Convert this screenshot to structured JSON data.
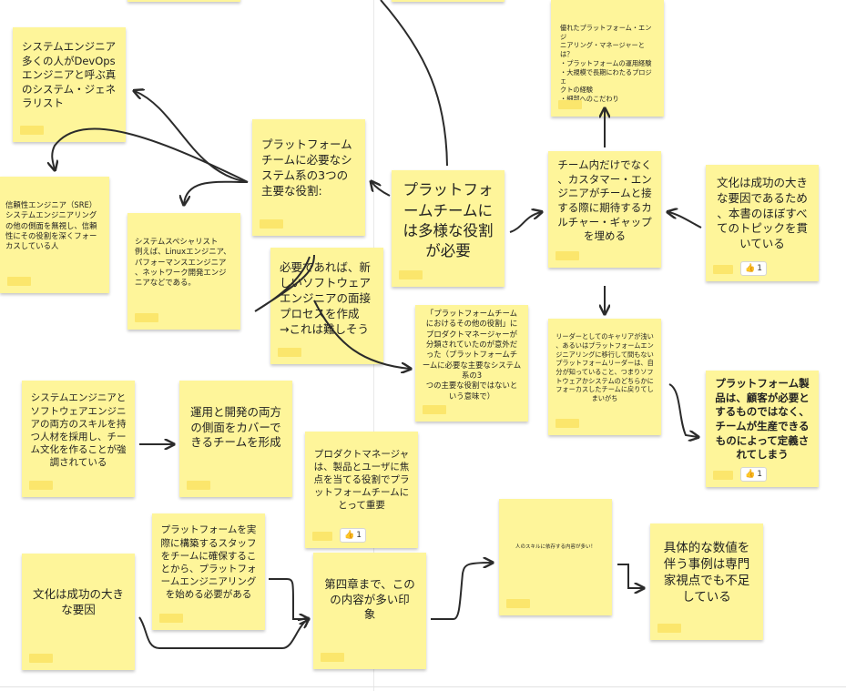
{
  "notes": {
    "top_partial_left": "",
    "top_partial_mid": "",
    "sys_engineer_generalist": "システムエンジニア\n多くの人がDevOps\nエンジニアと呼ぶ真\nのシステム・ジェネ\nラリスト",
    "sre": "信頼性エンジニア（SRE）\nシステムエンジニアリング\nの他の側面を無視し、信頼\n性にその役割を深くフォー\nカスしている人",
    "sys_specialist": "システムスペシャリスト\n例えば、Linuxエンジニア、\nパフォーマンスエンジニア\n、ネットワーク開発エンジ\nニアなどである。",
    "three_roles": "プラットフォーム\nチームに必要なシ\nステム系の3つの\n主要な役割:",
    "diverse_roles": "プラットフォ\nームチームに\nは多様な役割\nが必要",
    "hire_process": "必要であれば、新\nしいソフトウェア\nエンジニアの面接\nプロセスを作成\n→これは難しそう",
    "excellent_manager": "優れたプラットフォーム・エンジ\nニアリング・マネージャーとは？\n・プラットフォームの運用経験\n・大規模で長期にわたるプロジェ\nクトの経験\n・細部へのこだわり",
    "culture_gap": "チーム内だけでなく\n、カスタマー・エン\nジニアがチームと接\nする際に期待するカ\nルチャー・ギャップ\nを埋める",
    "culture_big_factor_topic": "文化は成功の大き\nな要因であるため\n、本書のほぼすべ\nてのトピックを貫\nいている",
    "other_roles": "「プラットフォームチーム\nにおけるその他の役割」に\nプロダクトマネージャーが\n分類されていたのが意外だ\nった（プラットフォームチ\nームに必要な主要なシステム系の3\nつの主要な役割ではないと\nいう意味で）",
    "leader_career": "リーダーとしてのキャリアが浅い\n、あるいはプラットフォームエン\nジニアリングに移行して間もない\nプラットフォームリーダーは、自\n分が知っていること、つまりソフ\nトウェアかシステムのどちらかに\nフォーカスしたチームに戻りてし\nまいがち",
    "platform_product": "プラットフォーム製\n品は、顧客が必要と\nするものではなく、\nチームが生産できる\nものによって定義さ\nれてしまう",
    "dual_skills": "システムエンジニアと\nソフトウェアエンジニ\nアの両方のスキルを持\nつ人材を採用し、チー\nム文化を作ることが強\n調されている",
    "ops_dev_team": "運用と開発の両方\nの側面をカバーで\nきるチームを形成",
    "product_manager": "プロダクトマネージャ\nは、製品とユーザに焦\n点を当てる役割でプラ\nットフォームチームに\nとって重要",
    "start_platform": "プラットフォームを実\n際に構築するスタッフ\nをチームに確保するこ\nとから、プラットフォ\nームエンジニアリング\nを始める必要がある",
    "culture_big_factor": "文化は成功の大き\nな要因",
    "chapter4": "第四章まで、この\nの内容が多い印\n象",
    "skill_dependent": "人のスキルに依存する内容が多い！",
    "no_numbers": "具体的な数値を\n伴う事例は専門\n家視点でも不足\nしている"
  },
  "likes": {
    "culture_big_factor_topic": "1",
    "platform_product": "1",
    "product_manager": "1"
  },
  "icons": {
    "thumbs_up": "👍"
  },
  "colors": {
    "note": "#fef59a",
    "tag": "#fbe66c",
    "arrow": "#2b2b2b"
  }
}
